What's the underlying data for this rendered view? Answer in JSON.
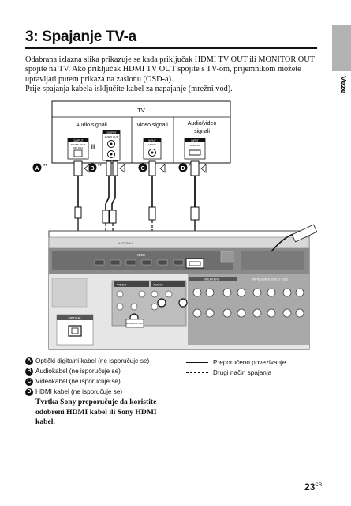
{
  "heading": "3: Spajanje TV-a",
  "side_tab": "Veze",
  "intro": {
    "line1": "Odabrana izlazna slika prikazuje se kada priključak HDMI TV OUT ili MONITOR OUT",
    "line2": "spojite na TV. Ako priključak HDMI TV OUT spojite s TV-om, prijemnikom možete",
    "line3": "upravljati putem prikaza na zaslonu (OSD-a).",
    "line4": "Prije spajanja kabela isključite kabel za napajanje (mrežni vod)."
  },
  "diagram": {
    "tv_label": "TV",
    "audio_signals": "Audio signali",
    "video_signals": "Video signali",
    "av_signals_1": "Audio/video",
    "av_signals_2": "signali",
    "or_label": "ili",
    "port_output": "OUTPUT",
    "port_digital": "DIGITAL OUT",
    "port_optical": "OPTICAL",
    "port_audio_out": "AUDIO OUT",
    "port_input": "INPUT",
    "port_video": "VIDEO",
    "port_hdmi": "HDMI",
    "port_hdmi_in": "HDMI IN",
    "rear_hdmi": "HDMI",
    "rear_video": "VIDEO",
    "rear_audio": "AUDIO",
    "rear_antenna": "ANTENNA",
    "rear_optical": "OPTICAL",
    "rear_monitor_out": "MONITOR OUT",
    "rear_speakers": "SPEAKERS",
    "rear_impedance": "IMPEDANCE USE 6 - 16Ω",
    "badge_a": "A",
    "badge_b": "B",
    "badge_c": "C",
    "badge_d": "D",
    "star": "*",
    "dstar": "**"
  },
  "legend": {
    "a": {
      "badge": "A",
      "text": "Optički digitalni kabel (ne isporučuje se)"
    },
    "b": {
      "badge": "B",
      "text": "Audiokabel (ne isporučuje se)"
    },
    "c": {
      "badge": "C",
      "text": "Videokabel (ne isporučuje se)"
    },
    "d": {
      "badge": "D",
      "text": "HDMI kabel (ne isporučuje se)"
    },
    "note1": "Tvrtka Sony preporučuje da koristite",
    "note2": "odobreni HDMI kabel ili Sony HDMI",
    "note3": "kabel."
  },
  "line_legend": {
    "recommended": "Preporučeno povezivanje",
    "alternative": "Drugi način spajanja"
  },
  "page_number": "23",
  "page_suffix": "CR"
}
